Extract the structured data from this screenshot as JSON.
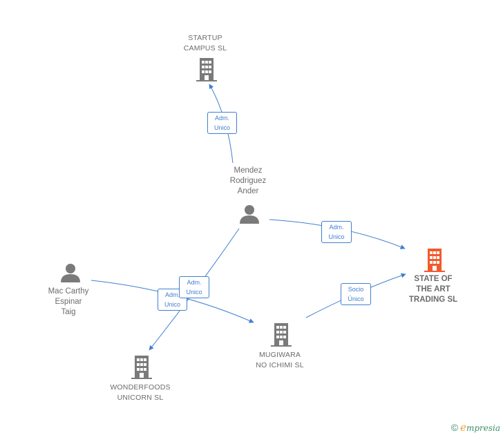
{
  "colors": {
    "edge": "#3f7fcf",
    "node": "#7a7a7a",
    "highlight": "#f25a2b",
    "label": "#6b6b6b"
  },
  "nodes": {
    "startup": {
      "label": "STARTUP\nCAMPUS  SL",
      "icon": "building-icon"
    },
    "mendez": {
      "label": "Mendez\nRodriguez\nAnder",
      "icon": "person-icon"
    },
    "state": {
      "label": "STATE OF\nTHE ART\nTRADING  SL",
      "icon": "building-icon"
    },
    "maccarthy": {
      "label": "Mac Carthy\nEspinar\nTaig",
      "icon": "person-icon"
    },
    "mugiwara": {
      "label": "MUGIWARA\nNO ICHIMI  SL",
      "icon": "building-icon"
    },
    "wonderfoods": {
      "label": "WONDERFOODS\nUNICORN  SL",
      "icon": "building-icon"
    }
  },
  "edges": {
    "e1": {
      "label": "Adm.\nUnico"
    },
    "e2": {
      "label": "Adm.\nUnico"
    },
    "e3": {
      "label": "Adm.\nUnico"
    },
    "e4": {
      "label": "Adm.\nUnico"
    },
    "e5": {
      "label": "Socio\nÚnico"
    }
  },
  "footer": {
    "copyright": "©",
    "brand_first": "e",
    "brand_rest": "mpresia"
  }
}
